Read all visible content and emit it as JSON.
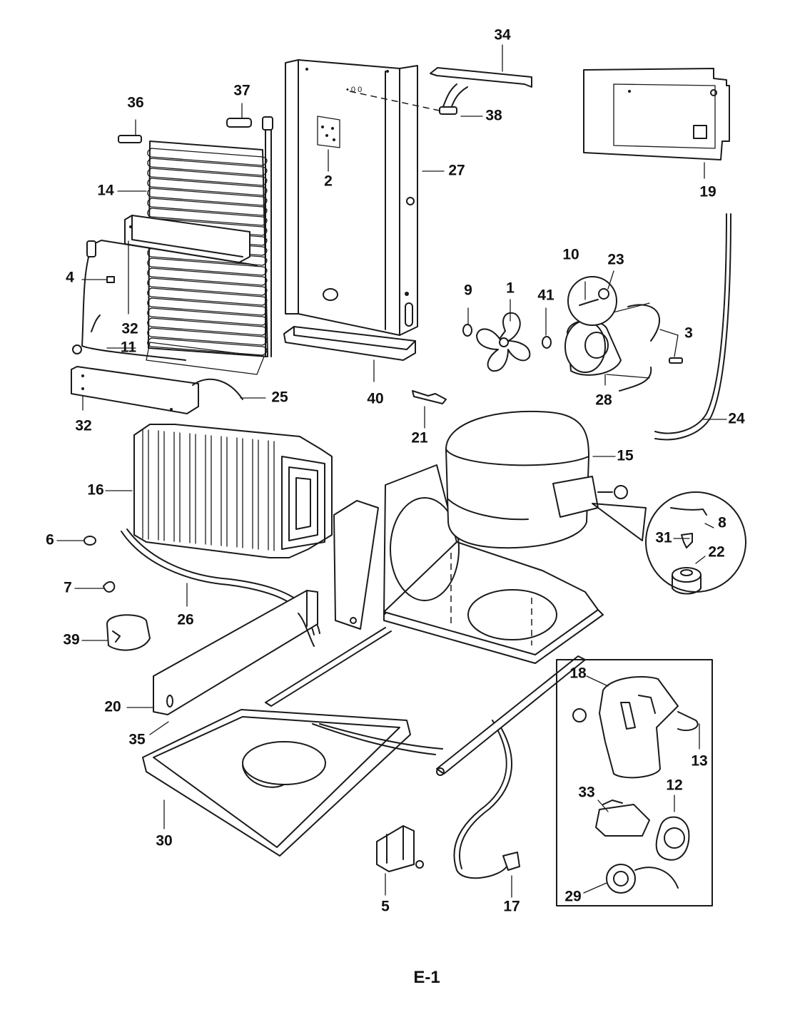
{
  "page_label": "E-1",
  "callouts": [
    {
      "id": "c1",
      "n": "1"
    },
    {
      "id": "c2",
      "n": "2"
    },
    {
      "id": "c3",
      "n": "3"
    },
    {
      "id": "c4",
      "n": "4"
    },
    {
      "id": "c5",
      "n": "5"
    },
    {
      "id": "c6",
      "n": "6"
    },
    {
      "id": "c7",
      "n": "7"
    },
    {
      "id": "c8",
      "n": "8"
    },
    {
      "id": "c9",
      "n": "9"
    },
    {
      "id": "c10",
      "n": "10"
    },
    {
      "id": "c11",
      "n": "11"
    },
    {
      "id": "c12",
      "n": "12"
    },
    {
      "id": "c13",
      "n": "13"
    },
    {
      "id": "c14",
      "n": "14"
    },
    {
      "id": "c15",
      "n": "15"
    },
    {
      "id": "c16",
      "n": "16"
    },
    {
      "id": "c17",
      "n": "17"
    },
    {
      "id": "c18",
      "n": "18"
    },
    {
      "id": "c19",
      "n": "19"
    },
    {
      "id": "c20",
      "n": "20"
    },
    {
      "id": "c21",
      "n": "21"
    },
    {
      "id": "c22",
      "n": "22"
    },
    {
      "id": "c23",
      "n": "23"
    },
    {
      "id": "c24",
      "n": "24"
    },
    {
      "id": "c25",
      "n": "25"
    },
    {
      "id": "c26",
      "n": "26"
    },
    {
      "id": "c27",
      "n": "27"
    },
    {
      "id": "c28",
      "n": "28"
    },
    {
      "id": "c29",
      "n": "29"
    },
    {
      "id": "c30",
      "n": "30"
    },
    {
      "id": "c31",
      "n": "31"
    },
    {
      "id": "c32a",
      "n": "32"
    },
    {
      "id": "c32b",
      "n": "32"
    },
    {
      "id": "c33",
      "n": "33"
    },
    {
      "id": "c34",
      "n": "34"
    },
    {
      "id": "c35",
      "n": "35"
    },
    {
      "id": "c36",
      "n": "36"
    },
    {
      "id": "c37",
      "n": "37"
    },
    {
      "id": "c38",
      "n": "38"
    },
    {
      "id": "c39",
      "n": "39"
    },
    {
      "id": "c40",
      "n": "40"
    },
    {
      "id": "c41",
      "n": "41"
    }
  ]
}
